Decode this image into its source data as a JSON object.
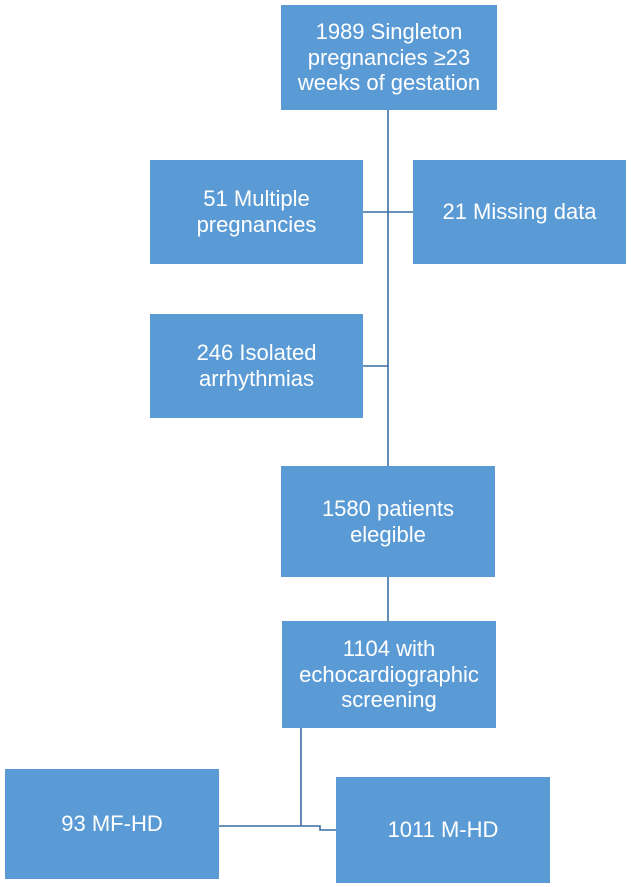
{
  "flowchart": {
    "boxes": {
      "total": "1989 Singleton\npregnancies ≥23\nweeks of gestation",
      "multiple": "51 Multiple\npregnancies",
      "missing": "21 Missing data",
      "arrhythmias": "246 Isolated\narrhythmias",
      "eligible": "1580 patients\nelegible",
      "screening": "1104 with\nechocardiographic\nscreening",
      "mfhd": "93 MF-HD",
      "mhd": "1011 M-HD"
    }
  }
}
